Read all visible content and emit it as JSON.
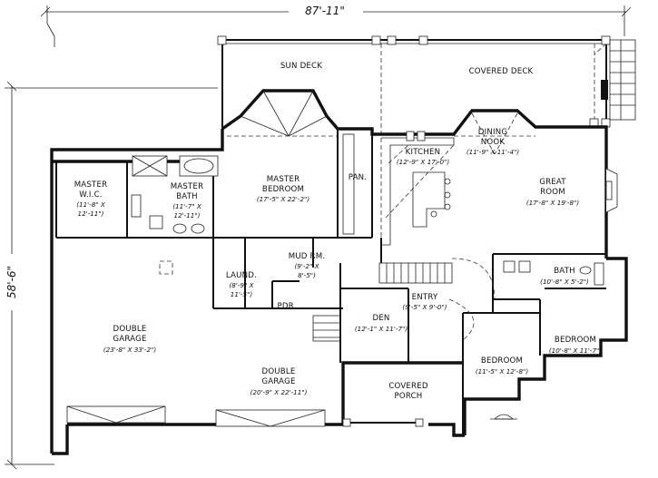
{
  "dimensions": {
    "width_total": "87'-11\"",
    "depth_total": "58'-6\""
  },
  "rooms": {
    "sun_deck": {
      "name": "SUN DECK"
    },
    "covered_deck": {
      "name": "COVERED DECK"
    },
    "master_bedroom": {
      "name_line1": "MASTER",
      "name_line2": "BEDROOM",
      "size": "(17'-5\" X 22'-2\")"
    },
    "pantry": {
      "name": "PAN."
    },
    "kitchen": {
      "name": "KITCHEN",
      "size": "(12'-9\" X 17'-0\")"
    },
    "dining_nook": {
      "name_line1": "DINING",
      "name_line2": "NOOK",
      "size": "(11'-9\" X 11'-4\")"
    },
    "great_room": {
      "name_line1": "GREAT",
      "name_line2": "ROOM",
      "size": "(17'-8\" X 19'-8\")"
    },
    "master_wic": {
      "name_line1": "MASTER",
      "name_line2": "W.I.C.",
      "size_line1": "(11'-8\" X",
      "size_line2": "12'-11\")"
    },
    "master_bath": {
      "name_line1": "MASTER",
      "name_line2": "BATH",
      "size_line1": "(11'-7\" X",
      "size_line2": "12'-11\")"
    },
    "mud_room": {
      "name": "MUD RM.",
      "size_line1": "(9'-2\" X",
      "size_line2": "8'-5\")"
    },
    "laundry": {
      "name": "LAUND.",
      "size_line1": "(8'-9\" X",
      "size_line2": "11'-5\")"
    },
    "powder": {
      "name": "PDR."
    },
    "entry": {
      "name": "ENTRY",
      "size": "(9'-5\" X 9'-0\")"
    },
    "bath": {
      "name": "BATH",
      "size": "(10'-8\" X 5'-2\")"
    },
    "den": {
      "name": "DEN",
      "size": "(12'-1\" X 11'-7\")"
    },
    "bedroom_right": {
      "name": "BEDROOM",
      "size": "(10'-8\" X 11'-7\")"
    },
    "bedroom_center": {
      "name": "BEDROOM",
      "size": "(11'-5\" X 12'-8\")"
    },
    "garage_left": {
      "name_line1": "DOUBLE",
      "name_line2": "GARAGE",
      "size": "(23'-8\" X 33'-2\")"
    },
    "garage_right": {
      "name_line1": "DOUBLE",
      "name_line2": "GARAGE",
      "size": "(20'-9\" X 22'-11\")"
    },
    "covered_porch": {
      "name_line1": "COVERED",
      "name_line2": "PORCH"
    }
  }
}
